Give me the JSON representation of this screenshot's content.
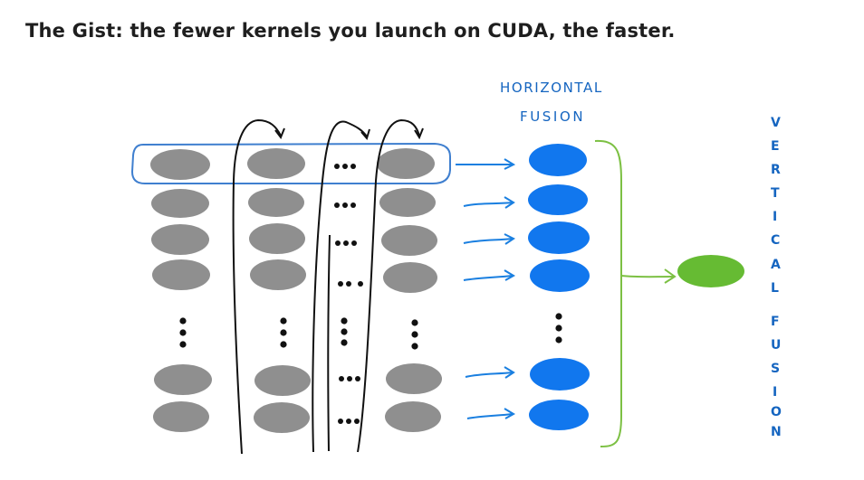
{
  "title": "The Gist: the fewer kernels you launch on CUDA, the faster.",
  "labels": {
    "horizontal_line1": "HORIZONTAL",
    "horizontal_line2": "FUSION",
    "vertical_letters": [
      "V",
      "E",
      "R",
      "T",
      "I",
      "C",
      "A",
      "L",
      "",
      "F",
      "U",
      "S",
      "I",
      "O",
      "N"
    ]
  },
  "colors": {
    "kernel": "#8f8f8f",
    "horizontal_fused": "#1177ee",
    "vertical_fused": "#66bb33",
    "bracket": "#7cc043",
    "horizontal_box": "#3f7fcf",
    "label": "#1565c0"
  },
  "icons": [
    "arrow-right-icon",
    "curved-arrow-icon",
    "ellipsis-dots-icon"
  ]
}
